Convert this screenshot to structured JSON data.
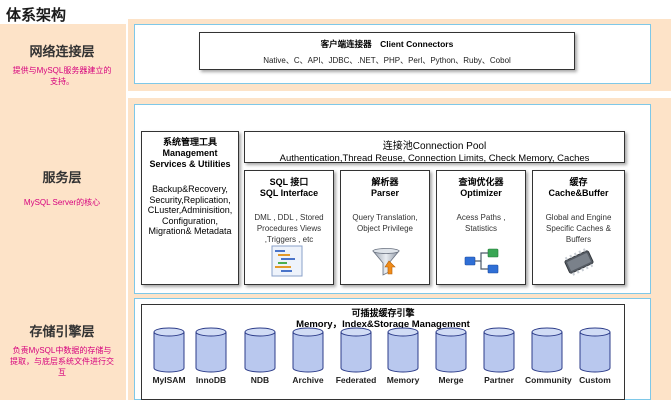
{
  "title": "体系架构",
  "layers": {
    "network": {
      "name": "网络连接层",
      "desc": "提供与MySQL服务器建立的支持。"
    },
    "service": {
      "name": "服务层",
      "desc": "MySQL Server的核心"
    },
    "storage": {
      "name": "存储引擎层",
      "desc": "负责MySQL中数据的存储与提取，与底层系统文件进行交互"
    }
  },
  "client_connectors": {
    "title": "客户端连接器　Client Connectors",
    "items": "Native、C、API、JDBC、.NET、PHP、Perl、Python、Ruby、Cobol"
  },
  "management": {
    "title_cn": "系统管理工具",
    "title_en": "Management Services & Utilities",
    "desc": "Backup&Recovery, Security,Replication, CLuster,Adminisition, Configuration, Migration& Metadata"
  },
  "pool": {
    "title": "连接池Connection Pool",
    "desc": "Authentication,Thread Reuse, Connection Limits, Check Memory, Caches"
  },
  "components": [
    {
      "title_cn": "SQL 接口",
      "title_en": "SQL Interface",
      "desc": "DML , DDL , Stored Procedures Views ,Triggers , etc",
      "icon": "sql-interface-icon"
    },
    {
      "title_cn": "解析器",
      "title_en": "Parser",
      "desc": "Query Translation, Object Privilege",
      "icon": "parser-funnel-icon"
    },
    {
      "title_cn": "查询优化器",
      "title_en": "Optimizer",
      "desc": "Acess Paths , Statistics",
      "icon": "optimizer-flow-icon"
    },
    {
      "title_cn": "缓存",
      "title_en": "Cache&Buffer",
      "desc": "Global and Engine Specific Caches & Buffers",
      "icon": "memory-chip-icon"
    }
  ],
  "storage": {
    "title_cn": "可插拔缓存引擎",
    "title_en": "Memory，Index&Storage Management",
    "engines": [
      "MyISAM",
      "InnoDB",
      "NDB",
      "Archive",
      "Federated",
      "Memory",
      "Merge",
      "Partner",
      "Community",
      "Custom"
    ]
  },
  "colors": {
    "layer_bg": "#fde3c8",
    "panel_border": "#7ec8e8",
    "desc_pink": "#d6007d",
    "cylinder_fill": "#b9c8ee",
    "cylinder_stroke": "#2d3d8a"
  }
}
